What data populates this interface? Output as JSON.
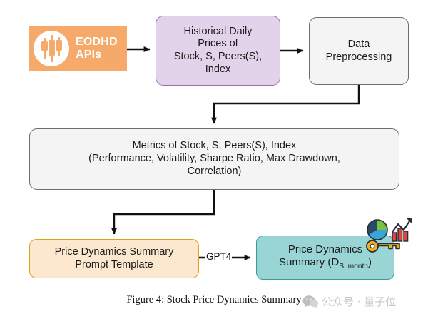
{
  "figure": {
    "caption": "Figure 4: Stock Price Dynamics Summary",
    "watermark_text": "公众号 · 量子位"
  },
  "nodes": {
    "eodhd": {
      "label_line1": "EODHD",
      "label_line2": "APIs",
      "icon": "candlestick-chart-icon",
      "fill": "#f5a96a",
      "text_color": "#ffffff"
    },
    "historical_prices": {
      "line1": "Historical Daily",
      "line2": "Prices of",
      "line3": "Stock, S, Peers(S),",
      "line4": "Index",
      "fill": "#e3d3ea",
      "border": "#9b6fae"
    },
    "data_preprocessing": {
      "line1": "Data",
      "line2": "Preprocessing",
      "fill": "#f4f4f4",
      "border": "#6d6d6d"
    },
    "metrics": {
      "line1": "Metrics of  Stock, S, Peers(S), Index",
      "line2": "(Performance, Volatility, Sharpe Ratio, Max Drawdown,",
      "line3": "Correlation)",
      "fill": "#f4f4f4",
      "border": "#6d6d6d"
    },
    "prompt_template": {
      "line1": "Price Dynamics Summary",
      "line2": "Prompt Template",
      "fill": "#fce8cf",
      "border": "#e0a317"
    },
    "summary": {
      "line1": "Price Dynamics",
      "line2_prefix": "Summary (D",
      "line2_subscript": "S, month",
      "line2_suffix": ")",
      "fill": "#9ad5d5",
      "border": "#3d9999"
    }
  },
  "edges": {
    "gpt4_label": "GPT4"
  },
  "icons": {
    "cluster": [
      "pie-chart-icon",
      "bar-chart-trend-icon",
      "key-icon"
    ]
  }
}
